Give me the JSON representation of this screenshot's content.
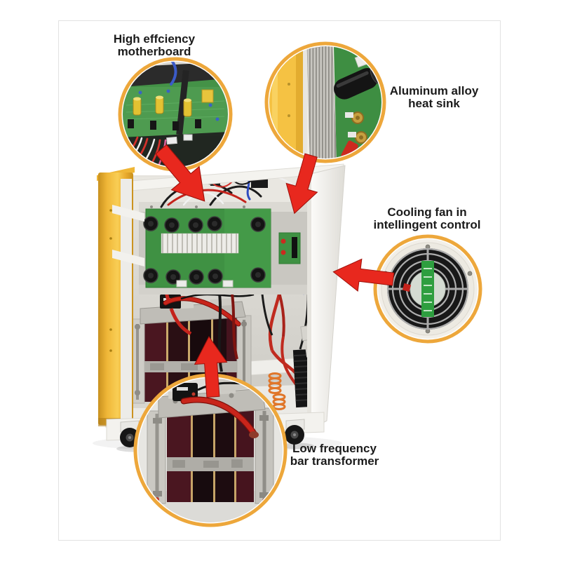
{
  "frame": {
    "border_color": "#E2E2E2",
    "background": "#FFFFFF"
  },
  "callouts": [
    {
      "id": "motherboard",
      "label_line1": "High effciency",
      "label_line2": "motherboard"
    },
    {
      "id": "heat-sink",
      "label_line1": "Aluminum alloy",
      "label_line2": "heat sink"
    },
    {
      "id": "cooling-fan",
      "label_line1": "Cooling fan in",
      "label_line2": "intellingent control"
    },
    {
      "id": "transformer",
      "label_line1": "Low frequency",
      "label_line2": "bar transformer"
    }
  ],
  "colors": {
    "callout_ring": "#EDA73B",
    "arrow_red": "#E8281E",
    "panel_yellow": "#F3BC3D",
    "pcb_green": "#3F9143",
    "transformer_maroon": "#4A1620",
    "cabinet_white": "#F4F3F0"
  }
}
